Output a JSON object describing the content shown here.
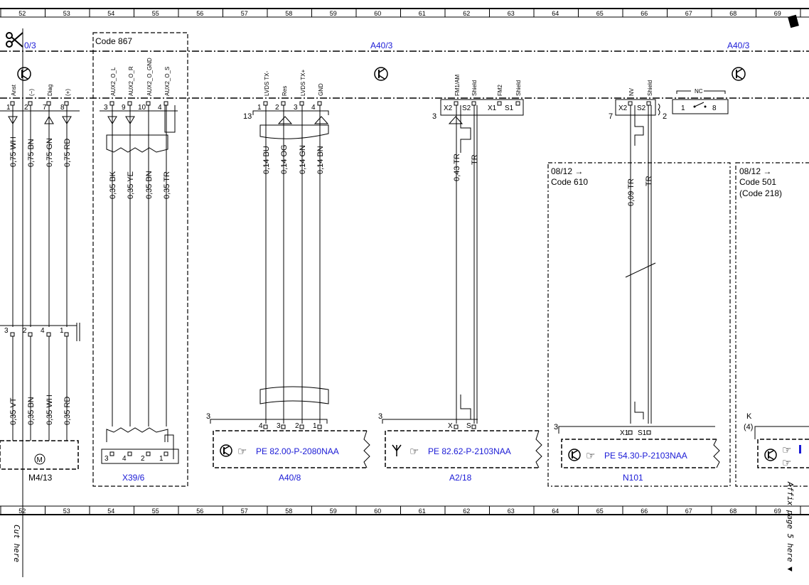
{
  "ruler": {
    "numbers": [
      "52",
      "53",
      "54",
      "55",
      "56",
      "57",
      "58",
      "59",
      "60",
      "61",
      "62",
      "63",
      "64",
      "65",
      "66",
      "67",
      "68",
      "69"
    ]
  },
  "bus": {
    "left": "0/3",
    "center": "A40/3",
    "right": "A40/3"
  },
  "codes": {
    "c867": "Code 867",
    "c0812a": "08/12 →",
    "c610": "Code 610",
    "c0812b": "08/12 →",
    "c501": "Code 501",
    "c218": "(Code 218)"
  },
  "connector_left": {
    "pins": [
      "Anst",
      "(−)",
      "Diag",
      "(+)"
    ],
    "numbers": [
      "1",
      "2",
      "7",
      "8"
    ],
    "wires_top": [
      "0,75 WH",
      "0,75 BN",
      "0,75 GN",
      "0,75 RD"
    ],
    "wires_bottom": [
      "0,35 VT",
      "0,35 BN",
      "0,35 WH",
      "0,35 RD"
    ],
    "plug_numbers": [
      "3",
      "2",
      "4",
      "1"
    ],
    "device": "M4/13",
    "motor_symbol": "M"
  },
  "connector_aux": {
    "pins": [
      "AUX2_O_L",
      "AUX2_O_R",
      "AUX2_O_GND",
      "AUX2_O_S"
    ],
    "numbers": [
      "3",
      "9",
      "10",
      "4"
    ],
    "wires": [
      "0,35 BK",
      "0,35 YE",
      "0,35 BN",
      "0,35 TR"
    ],
    "plug_numbers": [
      "3",
      "4",
      "2",
      "1"
    ],
    "device": "X39/6"
  },
  "connector_lvds": {
    "pins": [
      "LVDS TX-",
      "Res",
      "LVDS TX+",
      "GND"
    ],
    "numbers": [
      "1",
      "2",
      "3",
      "4"
    ],
    "lead": "13",
    "wires": [
      "0,14 BU",
      "0,14 OG",
      "0,14 GN",
      "0,14 BN"
    ],
    "plug_numbers": [
      "4",
      "3",
      "2",
      "1"
    ],
    "lead_bottom": "3",
    "ref": "PE 82.00-P-2080NAA",
    "device": "A40/8"
  },
  "connector_fm": {
    "pins": [
      "FM1/AM",
      "Shield",
      "FM2",
      "Shield"
    ],
    "labels": [
      "X2",
      "S2",
      "X1",
      "S1"
    ],
    "lead": "3",
    "wires": [
      "0,43 TR",
      "TR"
    ],
    "plug_labels": [
      "X",
      "S"
    ],
    "lead_bottom": "3",
    "ref": "PE 82.62-P-2103NAA",
    "device": "A2/18"
  },
  "connector_nv": {
    "pins": [
      "NV",
      "Shield"
    ],
    "labels": [
      "X2",
      "S2"
    ],
    "lead": "7",
    "lead_right": "2",
    "switch_label": "NC",
    "switch_numbers": [
      "1",
      "8"
    ],
    "wires": [
      "0,09 TR",
      "TR"
    ],
    "plug_labels": [
      "X1",
      "S1"
    ],
    "lead_bottom": "3",
    "ref": "PE 54.30-P-2103NAA",
    "device": "N101"
  },
  "right_box": {
    "k": "K",
    "k4": "(4)"
  },
  "footer": {
    "cut_here": "Cut here",
    "affix": "Affix page 5 here ▼"
  }
}
